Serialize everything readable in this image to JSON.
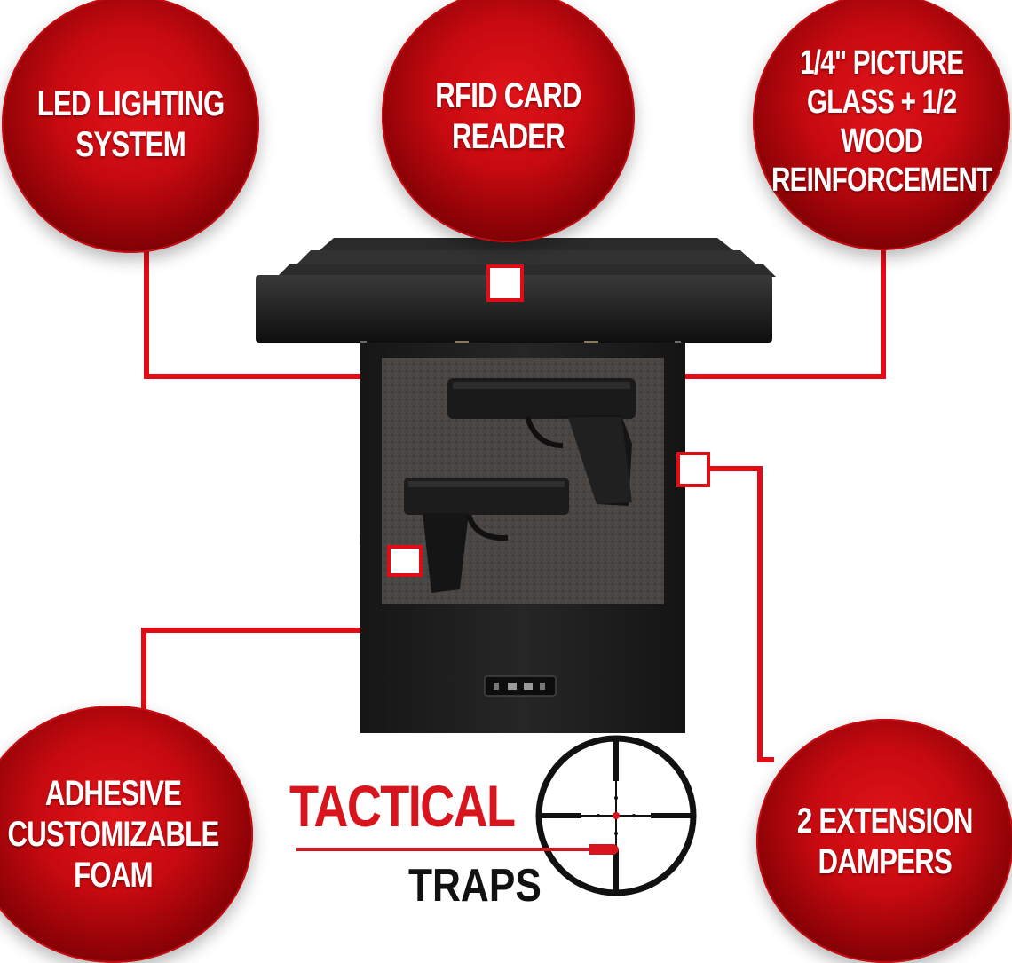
{
  "features": [
    {
      "id": "led",
      "label": "LED LIGHTING\nSYSTEM"
    },
    {
      "id": "rfid",
      "label": "RFID CARD\nREADER"
    },
    {
      "id": "glass",
      "label": "1/4\" PICTURE\nGLASS + 1/2\nWOOD\nREINFORCEMENT"
    },
    {
      "id": "foam",
      "label": "ADHESIVE\nCUSTOMIZABLE\nFOAM"
    },
    {
      "id": "dampers",
      "label": "2 EXTENSION\nDAMPERS"
    }
  ],
  "logo": {
    "word1": "TACTICAL",
    "word2": "TRAPS"
  },
  "colors": {
    "brand_red": "#d8141c",
    "bubble_red": "#c70a10",
    "line_red": "#e20c16",
    "cabinet": "#1c1c1c",
    "foam": "#4a4644"
  },
  "icons": [
    "crosshair-scope-icon",
    "bullet-icon",
    "pistol-image",
    "keypad-lock-icon"
  ]
}
